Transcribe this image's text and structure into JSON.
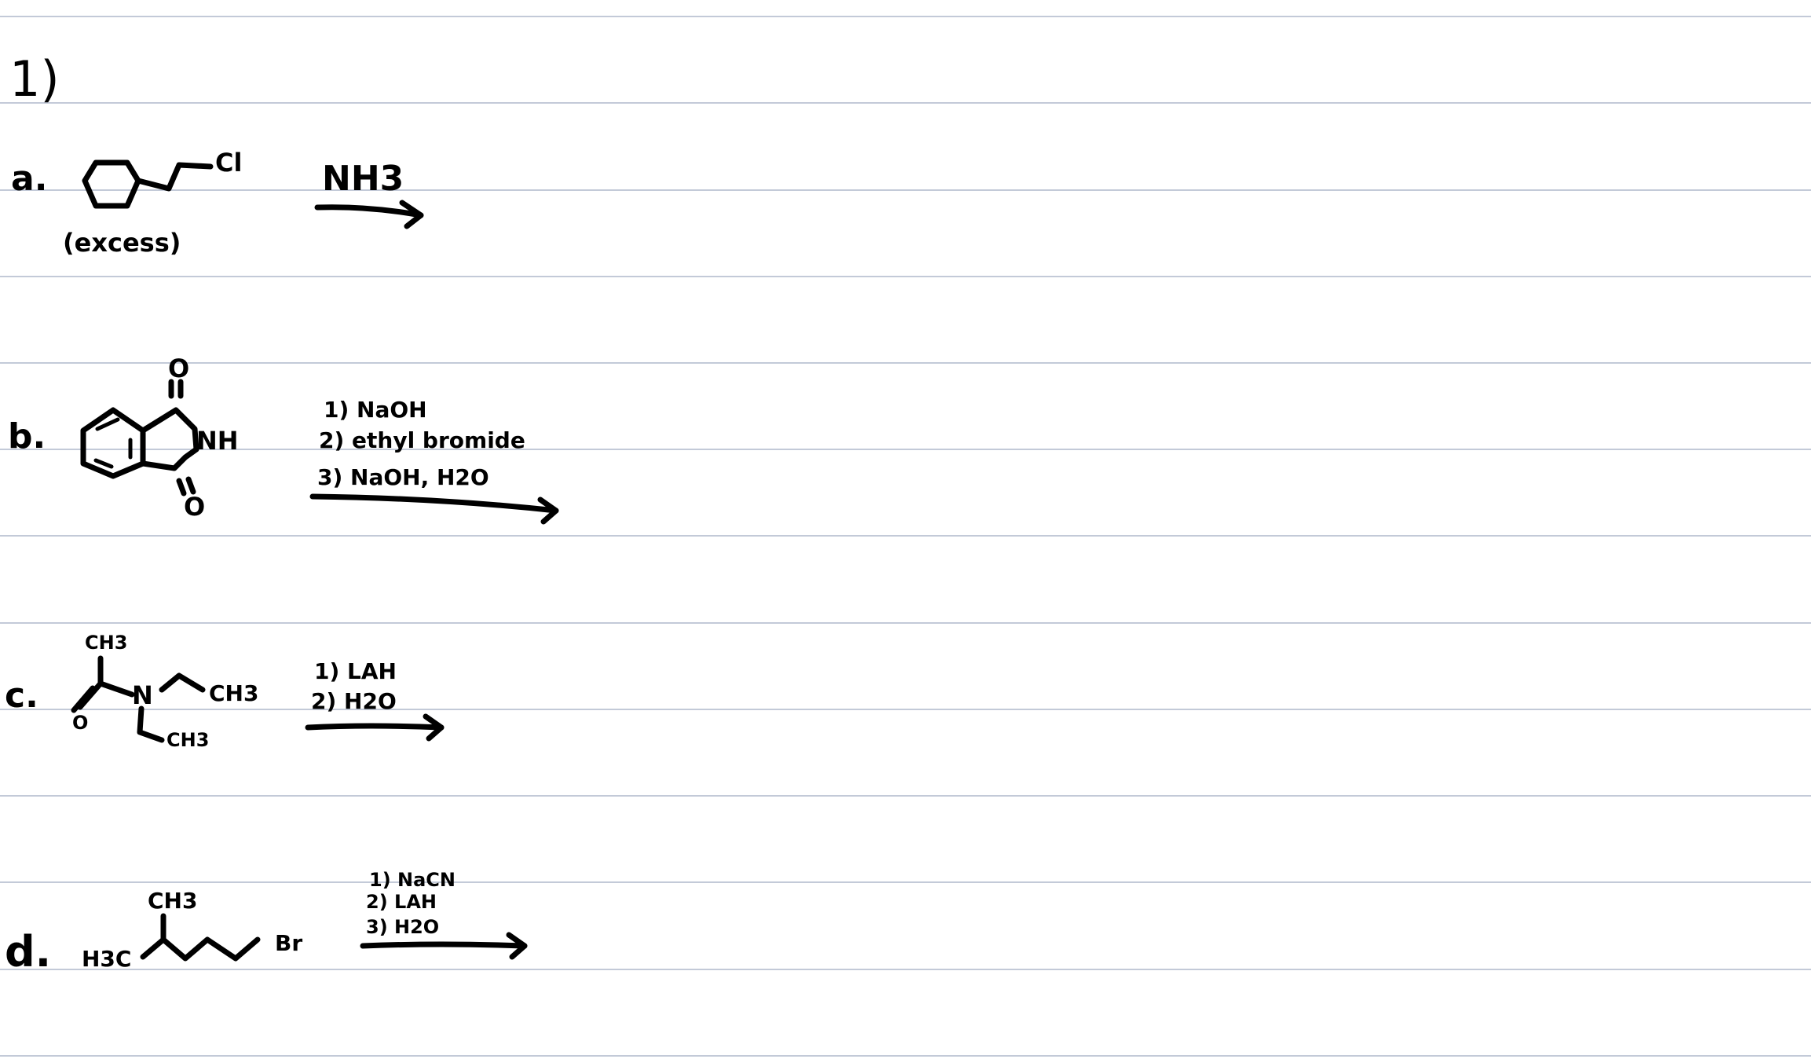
{
  "problem_number": "1)",
  "parts": [
    {
      "label": "a.",
      "substrate_labels": [
        "Cl"
      ],
      "note": "(excess)",
      "reagents": [
        "NH3"
      ]
    },
    {
      "label": "b.",
      "substrate_labels": [
        "O",
        "NH",
        "O"
      ],
      "reagents": [
        "1) NaOH",
        "2) ethyl  bromide",
        "3)  NaOH, H2O"
      ]
    },
    {
      "label": "c.",
      "substrate_labels": [
        "CH3",
        "O",
        "N",
        "CH3",
        "CH3"
      ],
      "reagents": [
        "1) LAH",
        "2) H2O"
      ]
    },
    {
      "label": "d.",
      "substrate_labels": [
        "CH3",
        "H3C",
        "Br"
      ],
      "reagents": [
        "1) NaCN",
        "2) LAH",
        "3) H2O"
      ]
    }
  ]
}
